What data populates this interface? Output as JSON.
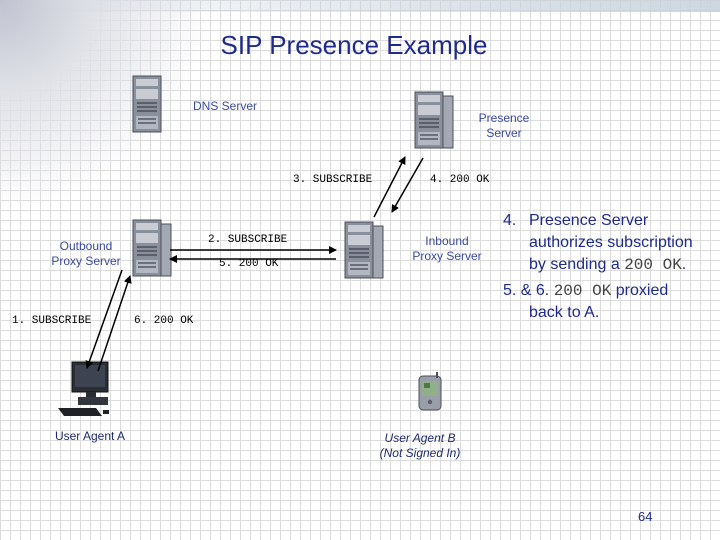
{
  "title": "SIP Presence Example",
  "nodes": {
    "dns": "DNS Server",
    "presence_l1": "Presence",
    "presence_l2": "Server",
    "outbound_l1": "Outbound",
    "outbound_l2": "Proxy Server",
    "inbound_l1": "Inbound",
    "inbound_l2": "Proxy Server",
    "ua_a": "User Agent A",
    "ua_b_l1": "User Agent B",
    "ua_b_l2": "(Not Signed In)"
  },
  "messages": {
    "m1": "1. SUBSCRIBE",
    "m2": "2. SUBSCRIBE",
    "m3": "3. SUBSCRIBE",
    "m4": "4. 200 OK",
    "m5": "5. 200 OK",
    "m6": "6. 200 OK"
  },
  "notes": {
    "n4_num": "4.",
    "n4_l1": "Presence Server",
    "n4_l2": "authorizes subscription",
    "n4_l3a": "by sending a",
    "n4_l3code": "200 OK",
    "n4_l3b": ".",
    "n5_num": "5. & 6.",
    "n5_code": "200 OK",
    "n5_l1b": "proxied",
    "n5_l2": "back to A."
  },
  "page_number": "64",
  "colors": {
    "title": "#1f2a8a",
    "labels": "#3b4a9b",
    "arrows": "#000000"
  },
  "icons": [
    "server-tower-icon",
    "desktop-computer-icon",
    "pda-icon"
  ]
}
